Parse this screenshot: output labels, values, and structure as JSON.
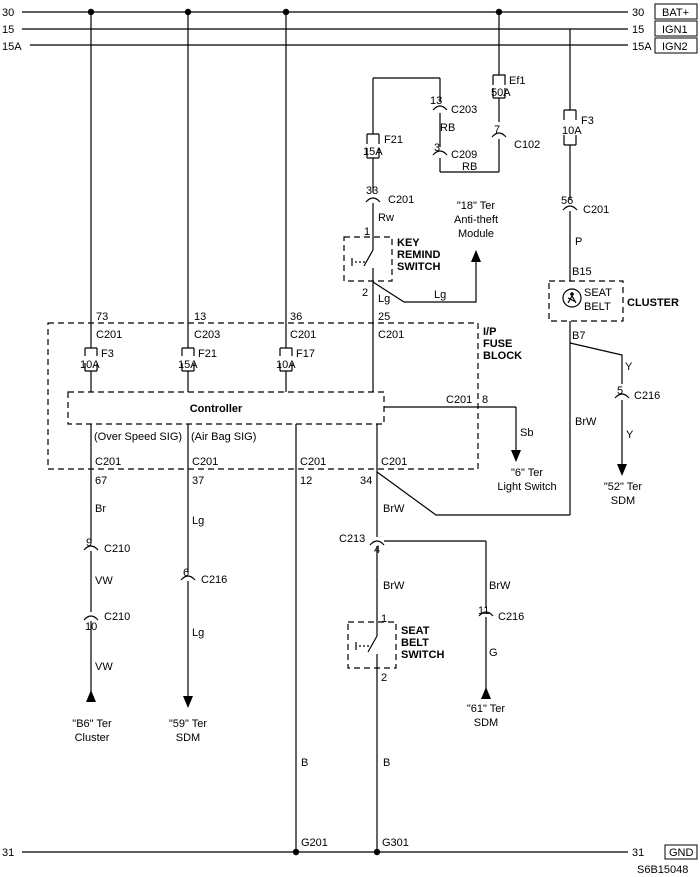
{
  "buses": {
    "bat": {
      "num_left": "30",
      "num_right": "30",
      "tag": "BAT+"
    },
    "ign1": {
      "num_left": "15",
      "num_right": "15",
      "tag": "IGN1"
    },
    "ign2": {
      "num_left": "15A",
      "num_right": "15A",
      "tag": "IGN2"
    },
    "gnd": {
      "num_left": "31",
      "num_right": "31",
      "tag": "GND"
    }
  },
  "fuses": {
    "ef1": {
      "name": "Ef1",
      "rating": "50A"
    },
    "f3_top": {
      "name": "F3",
      "rating": "10A"
    },
    "f21_top": {
      "name": "F21",
      "rating": "15A"
    },
    "f3_block": {
      "name": "F3",
      "rating": "10A"
    },
    "f21_block": {
      "name": "F21",
      "rating": "15A"
    },
    "f17_block": {
      "name": "F17",
      "rating": "10A"
    }
  },
  "connectors": {
    "c203_13": {
      "pin": "13",
      "name": "C203"
    },
    "c209_3": {
      "pin": "3",
      "name": "C209"
    },
    "c102_7": {
      "pin": "7",
      "name": "C102"
    },
    "c201_33": {
      "pin": "33",
      "name": "C201"
    },
    "c201_56": {
      "pin": "56",
      "name": "C201"
    },
    "c216_5": {
      "pin": "5",
      "name": "C216"
    },
    "c210_9": {
      "pin": "9",
      "name": "C210"
    },
    "c210_10": {
      "pin": "10",
      "name": "C210"
    },
    "c216_6": {
      "pin": "6",
      "name": "C216"
    },
    "c213_4": {
      "pin": "4",
      "name": "C213"
    },
    "c216_11": {
      "pin": "11",
      "name": "C216"
    }
  },
  "wires": {
    "rb_top": "RB",
    "rb_bottom": "RB",
    "rw": "Rw",
    "lg_key": "Lg",
    "lg_branch": "Lg",
    "p": "P",
    "y_upper": "Y",
    "y_lower": "Y",
    "brw_cluster": "BrW",
    "sb": "Sb",
    "br": "Br",
    "vw_upper": "VW",
    "vw_lower": "VW",
    "lg_airbag_upper": "Lg",
    "lg_airbag_lower": "Lg",
    "b_g201": "B",
    "b_g301": "B",
    "brw_34": "BrW",
    "brw_c213": "BrW",
    "brw_c216": "BrW",
    "g": "G"
  },
  "fuse_block": {
    "title_line1": "I/P",
    "title_line2": "FUSE",
    "title_line3": "BLOCK",
    "controller": "Controller",
    "top_pins": [
      {
        "pin": "73",
        "conn": "C201"
      },
      {
        "pin": "13",
        "conn": "C203"
      },
      {
        "pin": "36",
        "conn": "C201"
      },
      {
        "pin": "25",
        "conn": "C201"
      }
    ],
    "bottom_pins": [
      {
        "conn": "C201",
        "pin": "67"
      },
      {
        "conn": "C201",
        "pin": "37"
      },
      {
        "conn": "C201",
        "pin": "12"
      },
      {
        "conn": "C201",
        "pin": "34"
      }
    ],
    "side_conn": "C201",
    "side_pin": "8",
    "sig_overspeed": "(Over Speed SIG)",
    "sig_airbag": "(Air Bag SIG)"
  },
  "key_switch": {
    "line1": "KEY",
    "line2": "REMIND",
    "line3": "SWITCH",
    "pin_top": "1",
    "pin_bottom": "2"
  },
  "seatbelt_switch": {
    "line1": "SEAT",
    "line2": "BELT",
    "line3": "SWITCH",
    "pin_top": "1",
    "pin_bottom": "2"
  },
  "cluster": {
    "title": "CLUSTER",
    "icon_line1": "SEAT",
    "icon_line2": "BELT",
    "pin_top": "B15",
    "pin_bottom": "B7"
  },
  "destinations": {
    "antitheft": {
      "line1": "\"18\" Ter",
      "line2": "Anti-theft",
      "line3": "Module"
    },
    "light_switch": {
      "line1": "\"6\" Ter",
      "line2": "Light Switch"
    },
    "sdm52": {
      "line1": "\"52\" Ter",
      "line2": "SDM"
    },
    "cluster_b6": {
      "line1": "\"B6\" Ter",
      "line2": "Cluster"
    },
    "sdm59": {
      "line1": "\"59\" Ter",
      "line2": "SDM"
    },
    "sdm61": {
      "line1": "\"61\" Ter",
      "line2": "SDM"
    }
  },
  "grounds": {
    "g201": "G201",
    "g301": "G301"
  },
  "diagram_id": "S6B15048"
}
